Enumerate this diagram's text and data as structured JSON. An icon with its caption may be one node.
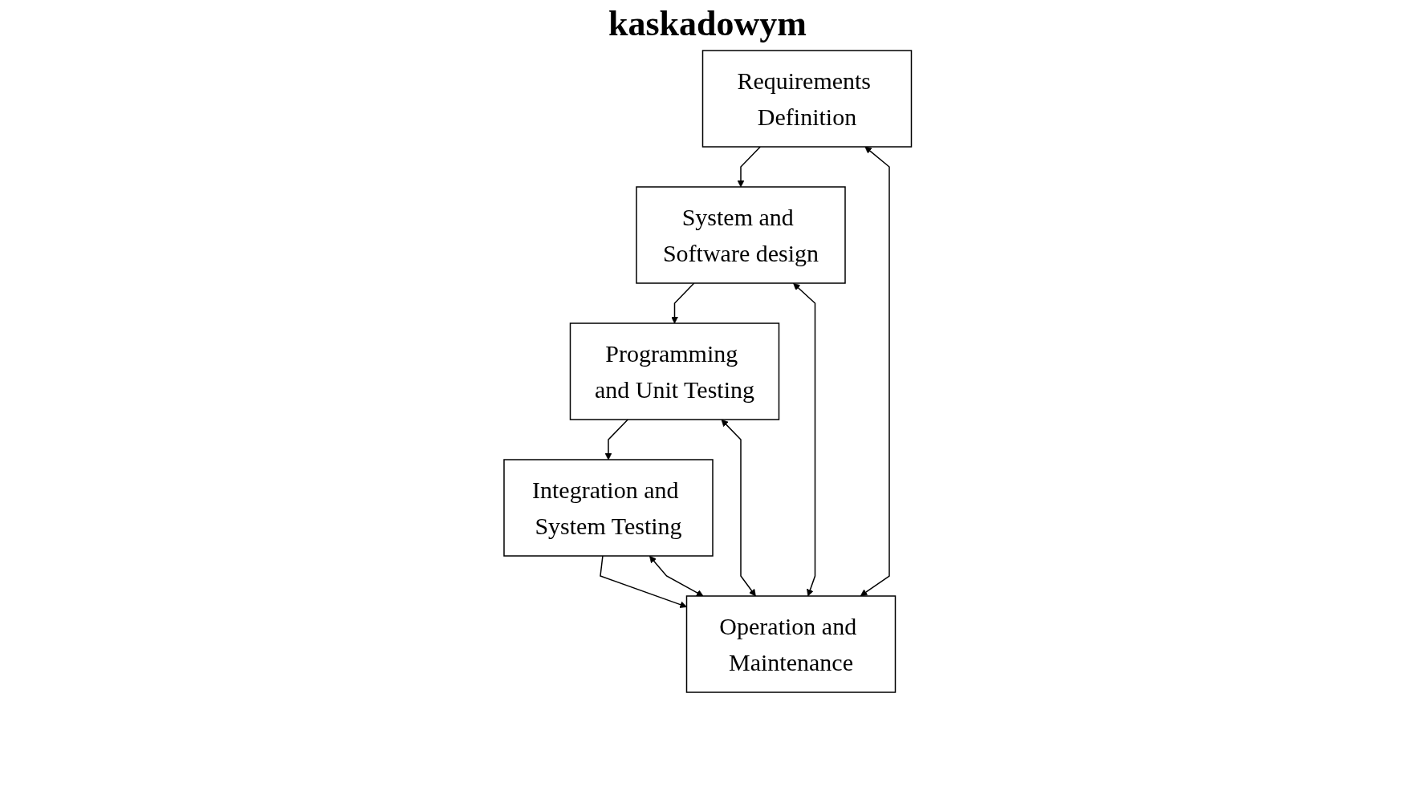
{
  "diagram": {
    "title": "kaskadowym",
    "nodes": [
      {
        "text": [
          "Requirements Definition"
        ]
      },
      {
        "text": [
          "System and Software design"
        ]
      },
      {
        "text": [
          "Programming and Unit Testing"
        ]
      },
      {
        "text": [
          "Integration and System Testing"
        ]
      },
      {
        "text": [
          "Operation and Maintenance"
        ]
      }
    ],
    "edges": [
      {
        "from": 0,
        "to": 1,
        "arrow": "to"
      },
      {
        "from": 1,
        "to": 2,
        "arrow": "to"
      },
      {
        "from": 2,
        "to": 3,
        "arrow": "to"
      },
      {
        "from": 3,
        "to": 4,
        "arrow": "to"
      },
      {
        "from": 1,
        "to": 4,
        "arrow": "both"
      },
      {
        "from": 2,
        "to": 4,
        "arrow": "both"
      },
      {
        "from": 3,
        "to": 4,
        "arrow": "both"
      },
      {
        "from": 4,
        "to": 0,
        "arrow": "both"
      }
    ]
  }
}
